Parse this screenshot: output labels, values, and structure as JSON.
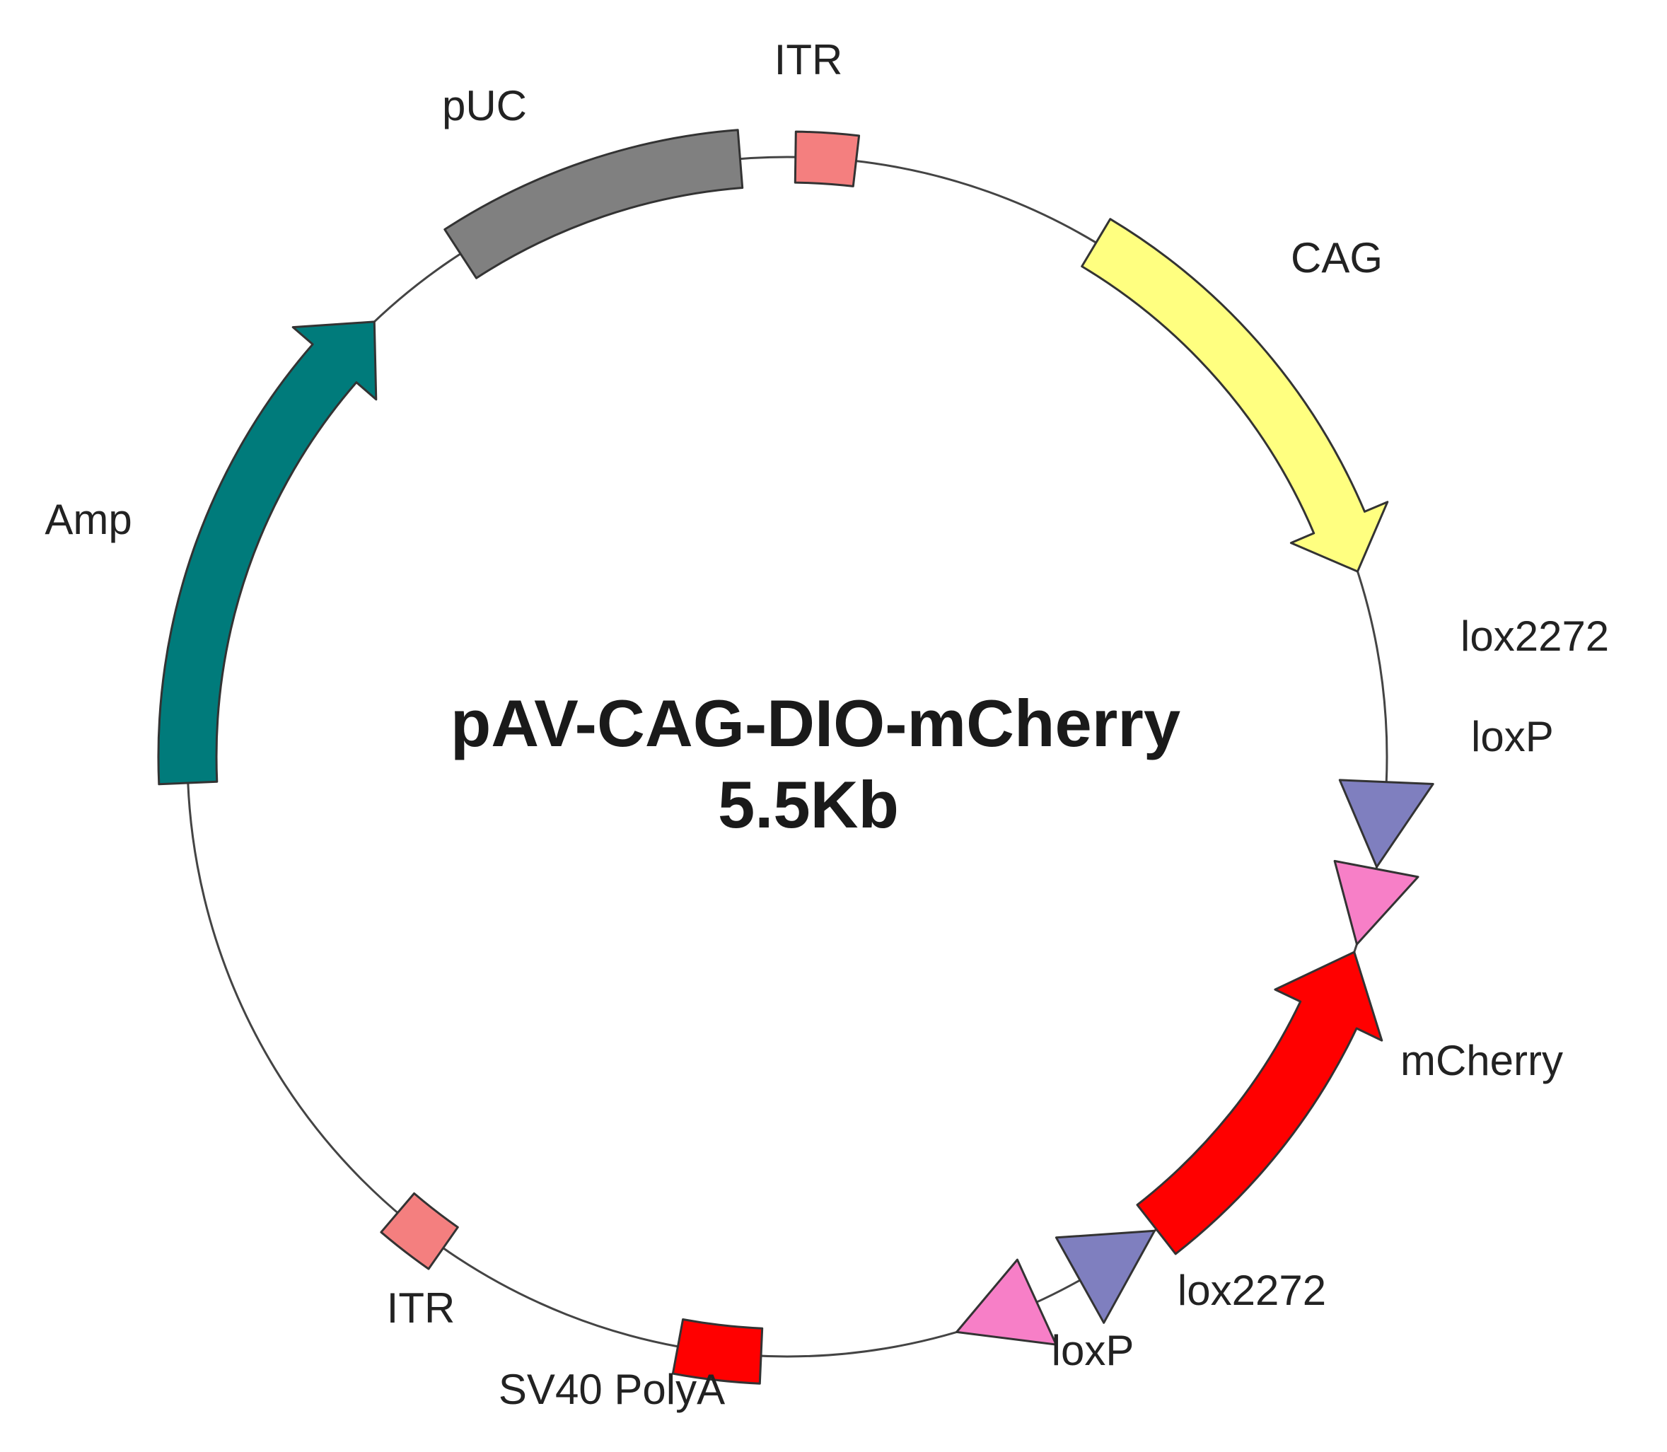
{
  "plasmid": {
    "name": "pAV-CAG-DIO-mCherry",
    "size": "5.5Kb"
  },
  "features": {
    "itr_top": {
      "label": "ITR",
      "color": "#f47f7f"
    },
    "cag": {
      "label": "CAG",
      "color": "#ffff80"
    },
    "lox2272_r": {
      "label": "lox2272",
      "color": "#7f7fbf"
    },
    "loxp_r": {
      "label": "loxP",
      "color": "#f77fc7"
    },
    "mcherry": {
      "label": "mCherry",
      "color": "#ff0000"
    },
    "lox2272_b": {
      "label": "lox2272",
      "color": "#7f7fbf"
    },
    "loxp_b": {
      "label": "loxP",
      "color": "#f77fc7"
    },
    "sv40": {
      "label": "SV40 PolyA",
      "color": "#ff0000"
    },
    "itr_bot": {
      "label": "ITR",
      "color": "#f47f7f"
    },
    "amp": {
      "label": "Amp",
      "color": "#007b7b"
    },
    "puc": {
      "label": "pUC",
      "color": "#808080"
    }
  }
}
